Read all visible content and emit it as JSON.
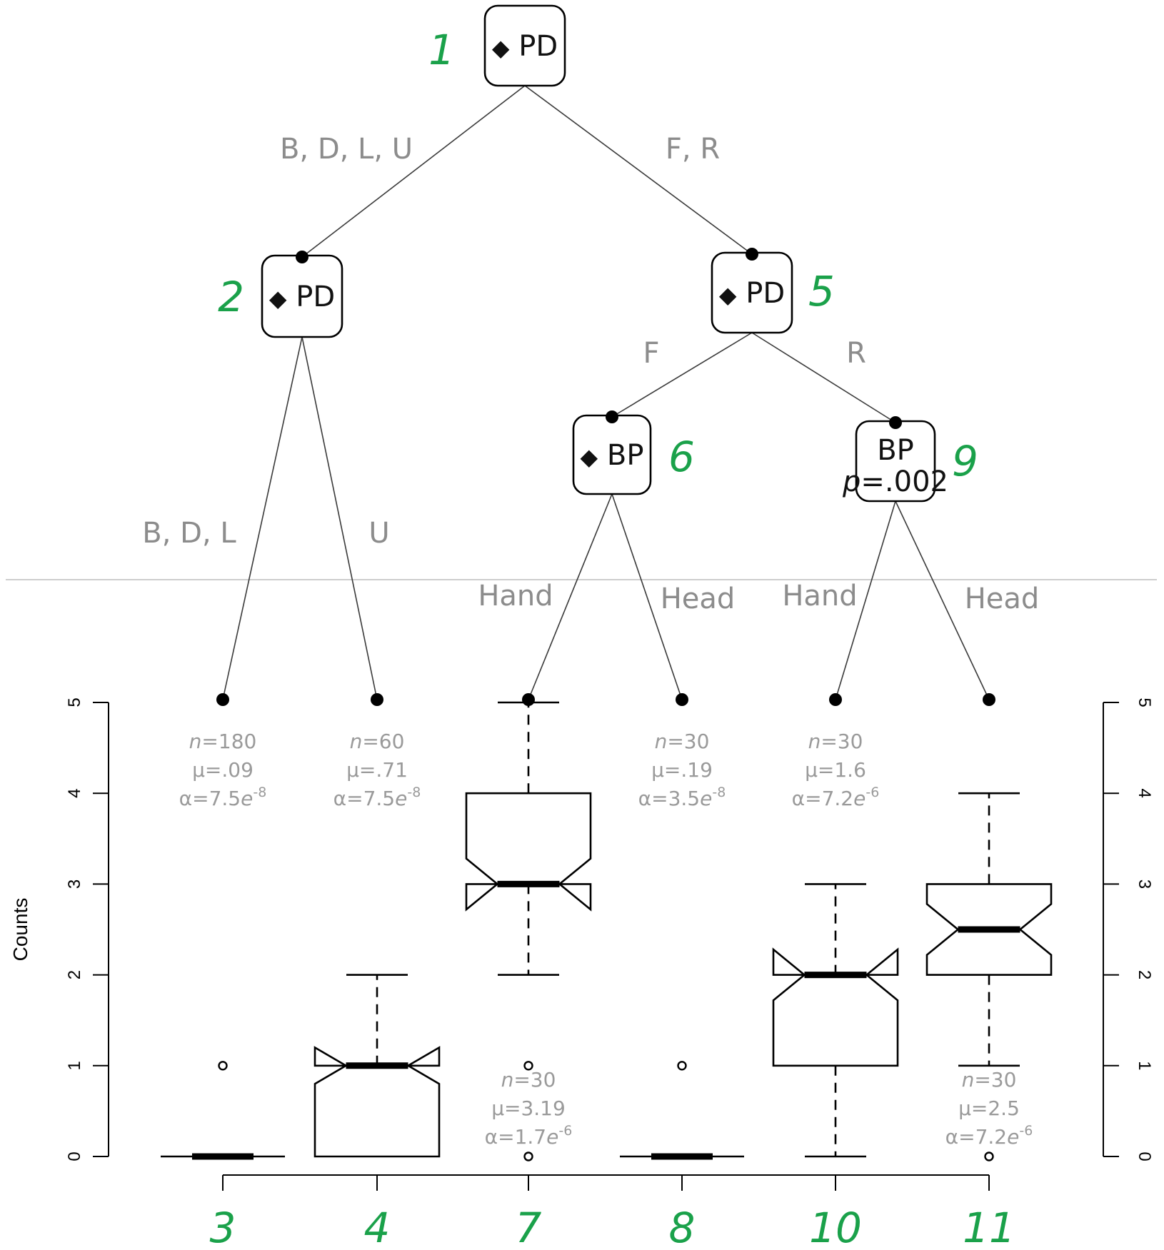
{
  "tree": {
    "nodes": [
      {
        "id": "1",
        "label": "PD",
        "diamond": true
      },
      {
        "id": "2",
        "label": "PD",
        "diamond": true
      },
      {
        "id": "5",
        "label": "PD",
        "diamond": true
      },
      {
        "id": "6",
        "label": "BP",
        "diamond": true
      },
      {
        "id": "9",
        "label": "BP",
        "diamond": false,
        "p_prefix": "p",
        "p_value": "=.002"
      }
    ],
    "edges": [
      {
        "from": "1",
        "to": "2",
        "label": "B, D, L, U"
      },
      {
        "from": "1",
        "to": "5",
        "label": "F, R"
      },
      {
        "from": "2",
        "to": "3",
        "label": "B, D, L"
      },
      {
        "from": "2",
        "to": "4",
        "label": "U"
      },
      {
        "from": "5",
        "to": "6",
        "label": "F"
      },
      {
        "from": "5",
        "to": "9",
        "label": "R"
      },
      {
        "from": "6",
        "to": "7",
        "label": "Hand"
      },
      {
        "from": "6",
        "to": "8",
        "label": "Head"
      },
      {
        "from": "9",
        "to": "10",
        "label": "Hand"
      },
      {
        "from": "9",
        "to": "11",
        "label": "Head"
      }
    ],
    "diamond_glyph": "◆"
  },
  "chart_data": {
    "type": "boxplot",
    "notched": true,
    "ylabel": "Counts",
    "ylim": [
      0,
      5
    ],
    "yticks": [
      "0",
      "1",
      "2",
      "3",
      "4",
      "5"
    ],
    "right_axis": true,
    "categories": [
      "3",
      "4",
      "7",
      "8",
      "10",
      "11"
    ],
    "boxes": [
      {
        "cat": "3",
        "q1": 0,
        "median": 0,
        "q3": 0,
        "whisker_low": 0,
        "whisker_high": 0,
        "notch_low": 0,
        "notch_high": 0,
        "outliers": [
          1
        ],
        "stats": {
          "n": "180",
          "mu": ".09",
          "alpha": "7.5",
          "exp": "-8"
        },
        "stats_pos": "top"
      },
      {
        "cat": "4",
        "q1": 0,
        "median": 1,
        "q3": 1,
        "whisker_low": 0,
        "whisker_high": 2,
        "notch_low": 0.8,
        "notch_high": 1.2,
        "outliers": [],
        "stats": {
          "n": "60",
          "mu": ".71",
          "alpha": "7.5",
          "exp": "-8"
        },
        "stats_pos": "top"
      },
      {
        "cat": "7",
        "q1": 3,
        "median": 3,
        "q3": 4,
        "whisker_low": 2,
        "whisker_high": 5,
        "notch_low": 2.72,
        "notch_high": 3.28,
        "outliers": [
          1,
          0
        ],
        "stats": {
          "n": "30",
          "mu": "3.19",
          "alpha": "1.7",
          "exp": "-6"
        },
        "stats_pos": "bottom"
      },
      {
        "cat": "8",
        "q1": 0,
        "median": 0,
        "q3": 0,
        "whisker_low": 0,
        "whisker_high": 0,
        "notch_low": 0,
        "notch_high": 0,
        "outliers": [
          1
        ],
        "stats": {
          "n": "30",
          "mu": ".19",
          "alpha": "3.5",
          "exp": "-8"
        },
        "stats_pos": "top"
      },
      {
        "cat": "10",
        "q1": 1,
        "median": 2,
        "q3": 2,
        "whisker_low": 0,
        "whisker_high": 3,
        "notch_low": 1.72,
        "notch_high": 2.28,
        "outliers": [],
        "stats": {
          "n": "30",
          "mu": "1.6",
          "alpha": "7.2",
          "exp": "-6"
        },
        "stats_pos": "top"
      },
      {
        "cat": "11",
        "q1": 2,
        "median": 2.5,
        "q3": 3,
        "whisker_low": 1,
        "whisker_high": 4,
        "notch_low": 2.22,
        "notch_high": 2.78,
        "outliers": [
          0
        ],
        "stats": {
          "n": "30",
          "mu": "2.5",
          "alpha": "7.2",
          "exp": "-6"
        },
        "stats_pos": "bottom"
      }
    ],
    "stat_labels": {
      "n": "n",
      "mu": "μ",
      "alpha": "α",
      "e": "e",
      "eq": "="
    }
  },
  "colors": {
    "node_id": "#1aa14a",
    "edge_label": "#8c8c8c",
    "stat_text": "#9a9a9a"
  }
}
